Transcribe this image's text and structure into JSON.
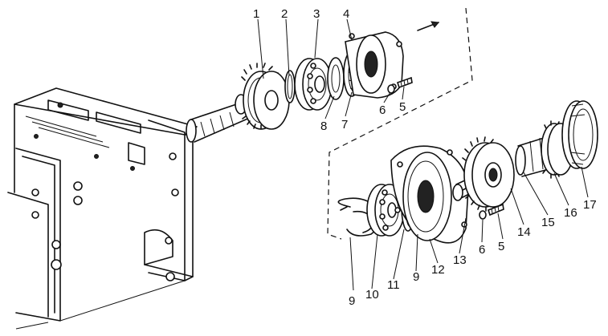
{
  "diagram": {
    "callouts": [
      "1",
      "2",
      "3",
      "4",
      "5",
      "6",
      "7",
      "8",
      "9",
      "10",
      "11",
      "12",
      "13",
      "14",
      "15",
      "16",
      "17"
    ]
  },
  "labels": {
    "upper": {
      "c1": "1",
      "c2": "2",
      "c3": "3",
      "c4": "4",
      "c5": "5",
      "c6": "6",
      "c7": "7",
      "c8": "8"
    },
    "lower": {
      "c9a": "9",
      "c10": "10",
      "c11": "11",
      "c9b": "9",
      "c12": "12",
      "c13": "13",
      "c6": "6",
      "c5": "5",
      "c14": "14",
      "c15": "15",
      "c16": "16",
      "c17": "17"
    }
  }
}
